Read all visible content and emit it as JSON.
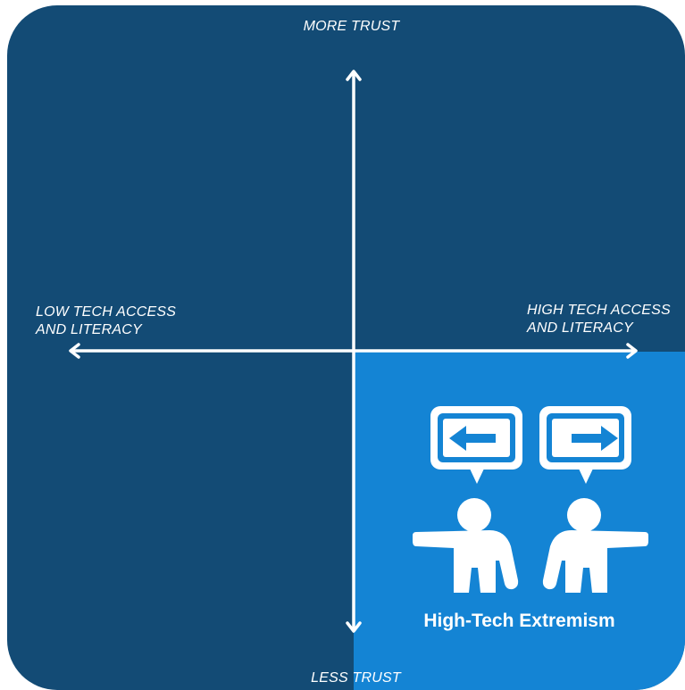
{
  "axes": {
    "top": "MORE TRUST",
    "bottom": "LESS TRUST",
    "left": "LOW TECH ACCESS\nAND LITERACY",
    "right": "HIGH TECH ACCESS\nAND LITERACY"
  },
  "highlighted_quadrant": {
    "position": "bottom-right",
    "title": "High-Tech Extremism",
    "icon": "two-people-pointing-opposite-directions-icon"
  },
  "colors": {
    "background": "#134b75",
    "highlight": "#1484d4",
    "foreground": "#ffffff"
  }
}
